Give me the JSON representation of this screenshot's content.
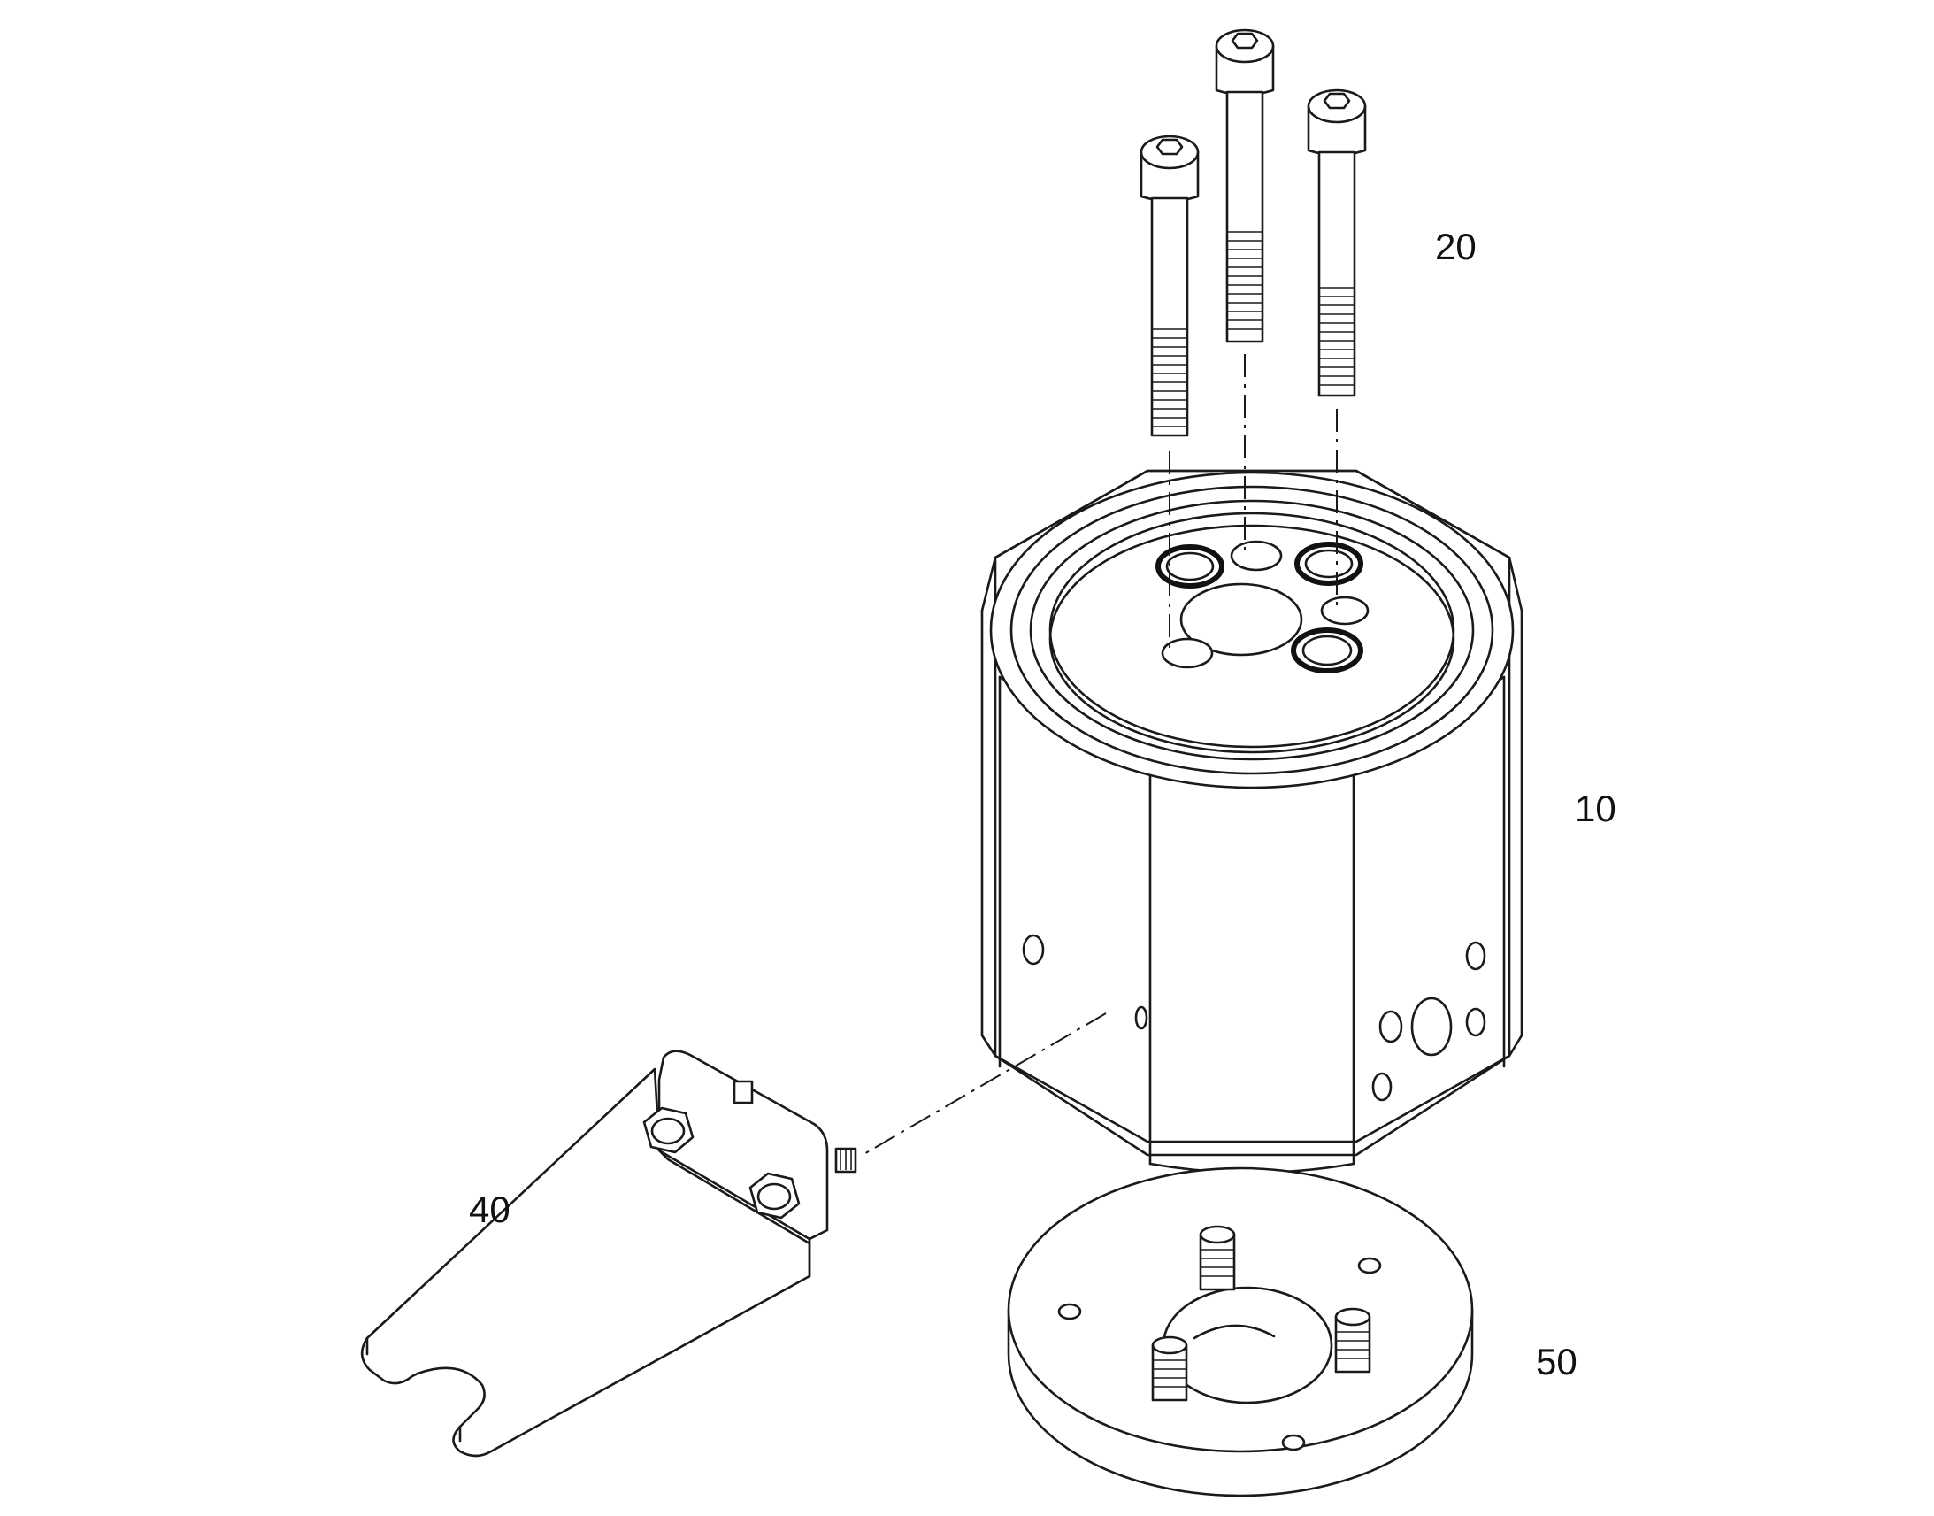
{
  "callouts": {
    "screws": "20",
    "housing": "10",
    "bracket": "40",
    "base_plate": "50"
  }
}
